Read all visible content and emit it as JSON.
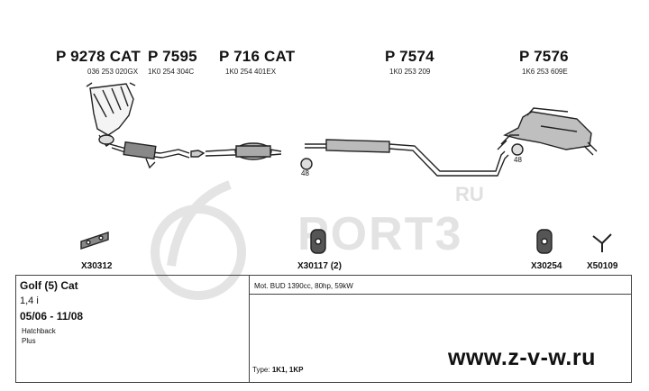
{
  "parts": [
    {
      "part_no": "P 9278 CAT",
      "oem": "036 253 020GX"
    },
    {
      "part_no": "P 7595",
      "oem": "1K0 254 304C"
    },
    {
      "part_no": "P 716 CAT",
      "oem": "1K0 254 401EX"
    },
    {
      "part_no": "P 7574",
      "oem": "1K0 253 209"
    },
    {
      "part_no": "P 7576",
      "oem": "1K6 253 609E"
    }
  ],
  "fittings": [
    {
      "code": "X30312"
    },
    {
      "code": "X30117 (2)"
    },
    {
      "code": "X30254"
    },
    {
      "code": "X50109"
    }
  ],
  "hanger_refs": [
    "48",
    "48"
  ],
  "vehicle": {
    "model": "Golf (5) Cat",
    "engine_size": "1,4 i",
    "years": "05/06 - 11/08",
    "body1": "Hatchback",
    "body2": "Plus"
  },
  "engine_info": "Mot. BUD 1390cc, 80hp, 59kW",
  "type_label": "Type:",
  "type_value": "1K1, 1KP",
  "watermark": {
    "ru": "RU",
    "brand": "PORT3"
  },
  "website": "www.z-v-w.ru"
}
